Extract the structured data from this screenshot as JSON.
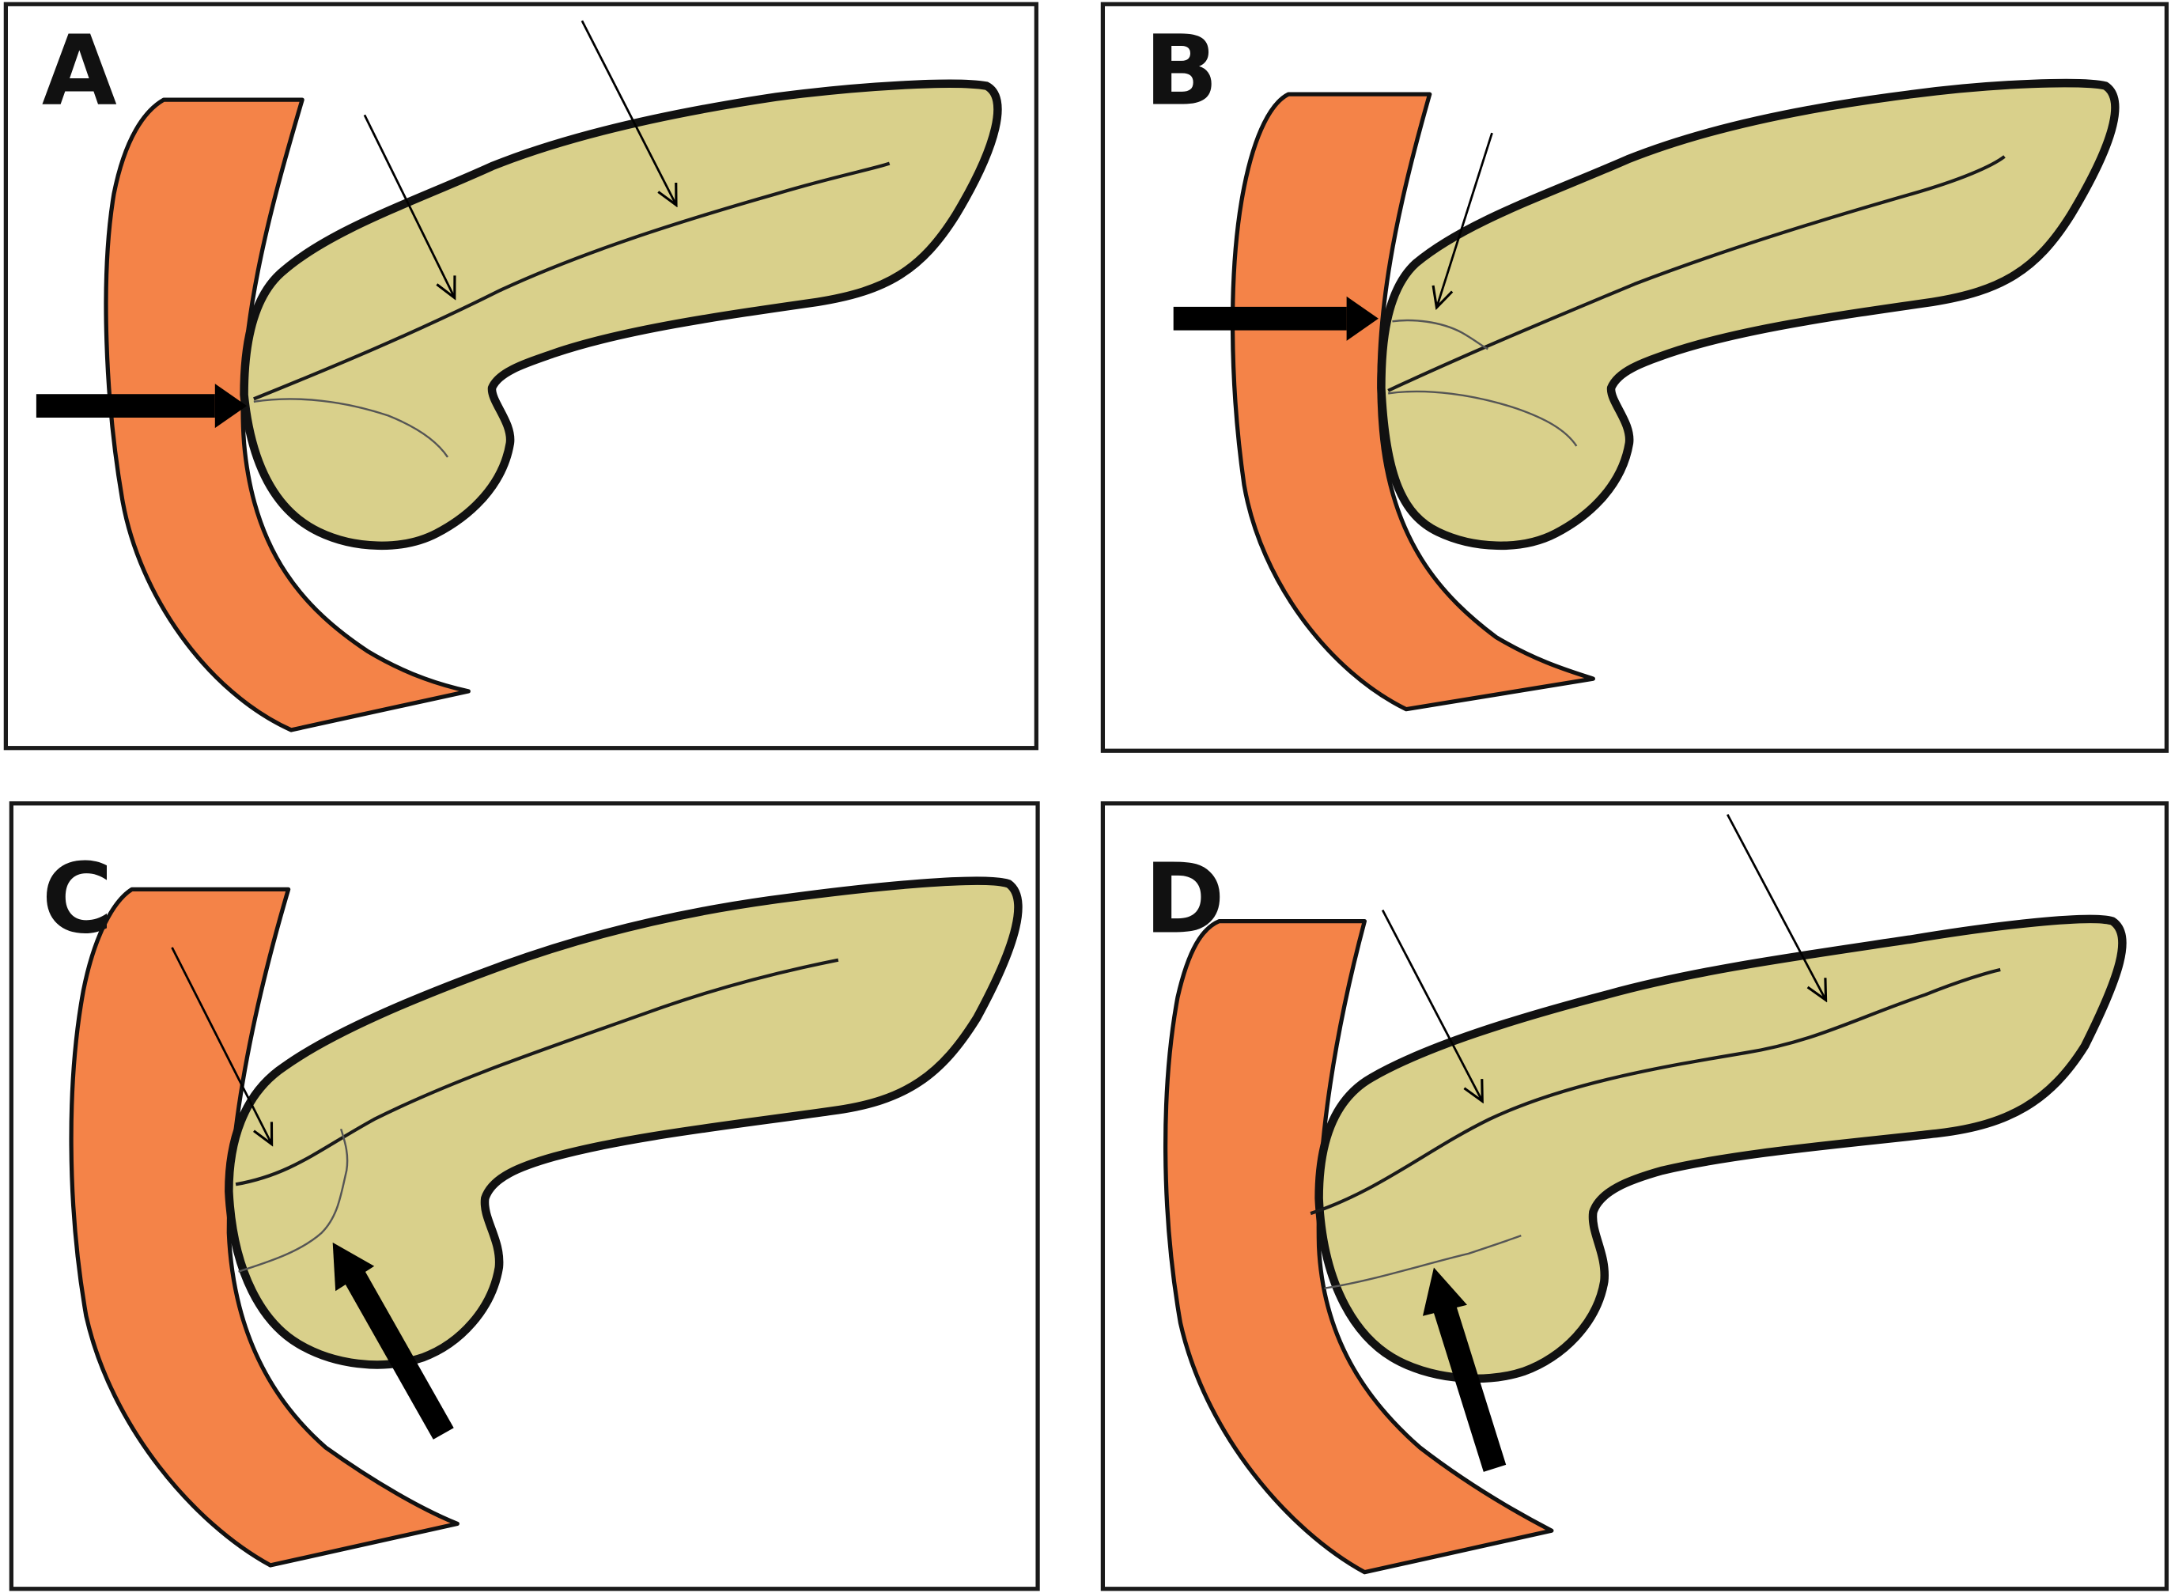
{
  "colors": {
    "background": "#ffffff",
    "frame": "#1a1a1a",
    "duodenum": "#f48348",
    "pancreas": "#d9d08b",
    "outline": "#111111",
    "main_duct": "#1a1a1a",
    "accessory_duct": "#555555",
    "arrow": "#000000"
  },
  "panels": [
    {
      "label": "A"
    },
    {
      "label": "B"
    },
    {
      "label": "C"
    },
    {
      "label": "D"
    }
  ]
}
